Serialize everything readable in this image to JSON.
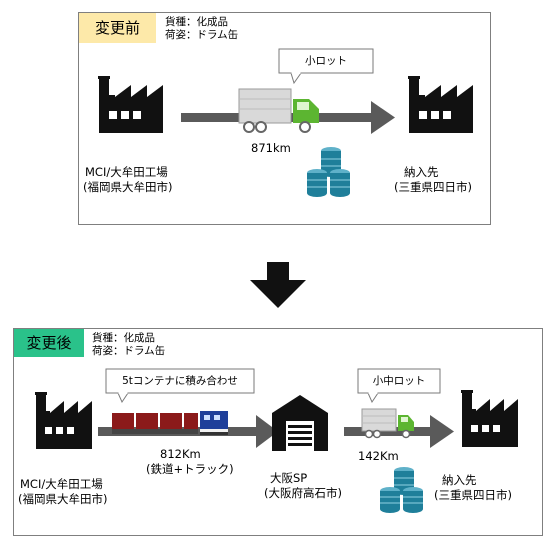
{
  "before": {
    "tag": "変更前",
    "cargo_type": "貨種：化成品",
    "packing": "荷姿：ドラム缶",
    "origin_line1": "MCI/大牟田工場",
    "origin_line2": "(福岡県大牟田市)",
    "destination_line1": "納入先",
    "destination_line2": "(三重県四日市)",
    "distance": "871km",
    "callout": "小ロット",
    "colors": {
      "tag_bg": "#fde9a9",
      "arrow": "#5a5a5a",
      "truck_cab": "#5cb531",
      "drum": "#1f7f9a"
    }
  },
  "after": {
    "tag": "変更後",
    "cargo_type": "貨種：化成品",
    "packing": "荷姿：ドラム缶",
    "origin_line1": "MCI/大牟田工場",
    "origin_line2": "(福岡県大牟田市)",
    "rail_callout": "5tコンテナに積み合わせ",
    "rail_distance": "812Km",
    "rail_mode": "(鉄道+トラック)",
    "hub_line1": "大阪SP",
    "hub_line2": "(大阪府高石市)",
    "truck_callout": "小中ロット",
    "truck_distance": "142Km",
    "destination_line1": "納入先",
    "destination_line2": "(三重県四日市)",
    "colors": {
      "tag_bg": "#2ac28a",
      "container": "#8b1a1a",
      "locomotive": "#1f3f9a"
    }
  },
  "transition_arrow": "down-arrow-icon"
}
